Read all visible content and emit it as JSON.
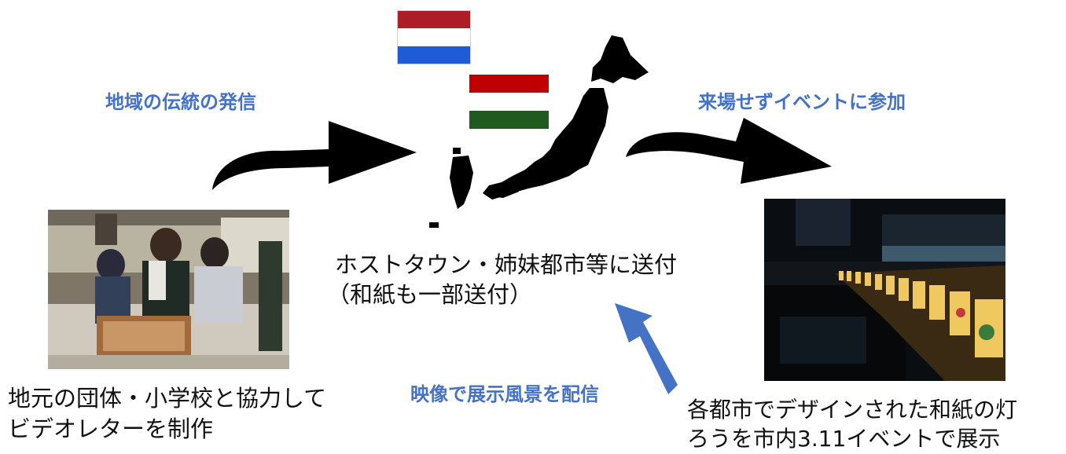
{
  "labels": {
    "regional_tradition": "地域の伝統の発信",
    "join_event": "来場せずイベントに参加",
    "stream_exhibition": "映像で展示風景を配信"
  },
  "center_text": {
    "line1": "ホストタウン・姉妹都市等に送付",
    "line2": "（和紙も一部送付）"
  },
  "left_caption": {
    "line1": "地元の団体・小学校と協力して",
    "line2": "ビデオレターを制作"
  },
  "right_caption": {
    "line1": "各都市でデザインされた和紙の灯",
    "line2": "ろうを市内3.11イベントで展示"
  },
  "colors": {
    "label_blue": "#4472c4",
    "arrow_black": "#000000",
    "arrow_blue": "#4472c4",
    "flag_netherlands": [
      "#ae1c28",
      "#ffffff",
      "#1f5bd6"
    ],
    "flag_hungary": [
      "#ce2939",
      "#ffffff",
      "#2e6b2e"
    ]
  }
}
